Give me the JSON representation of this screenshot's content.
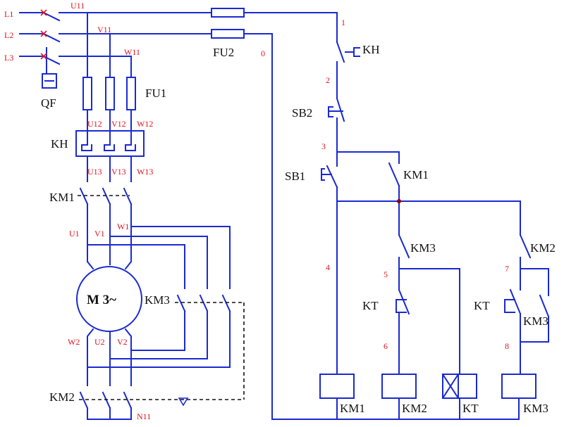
{
  "lines": {
    "l1": "L1",
    "l2": "L2",
    "l3": "L3"
  },
  "labels": {
    "u11": "U11",
    "v11": "V11",
    "w11": "W11",
    "u12": "U12",
    "v12": "V12",
    "w12": "W12",
    "u13": "U13",
    "v13": "V13",
    "w13": "W13",
    "u1": "U1",
    "v1": "V1",
    "w1": "W1",
    "u2": "U2",
    "v2": "V2",
    "w2": "W2",
    "n11": "N11",
    "n0": "0",
    "n1": "1",
    "n2": "2",
    "n3": "3",
    "n4": "4",
    "n5": "5",
    "n6": "6",
    "n7": "7",
    "n8": "8"
  },
  "components": {
    "qf": "QF",
    "fu1": "FU1",
    "fu2": "FU2",
    "kh_main": "KH",
    "kh_ctrl": "KH",
    "km1_main": "KM1",
    "km2_main": "KM2",
    "km3_main": "KM3",
    "motor": "M 3~",
    "sb1": "SB1",
    "sb2": "SB2",
    "km1_aux": "KM1",
    "km3_nc": "KM3",
    "km2_nc": "KM2",
    "kt_left": "KT",
    "kt_right": "KT",
    "km3_aux": "KM3",
    "coil_km1": "KM1",
    "coil_km2": "KM2",
    "coil_kt": "KT",
    "coil_km3": "KM3"
  }
}
